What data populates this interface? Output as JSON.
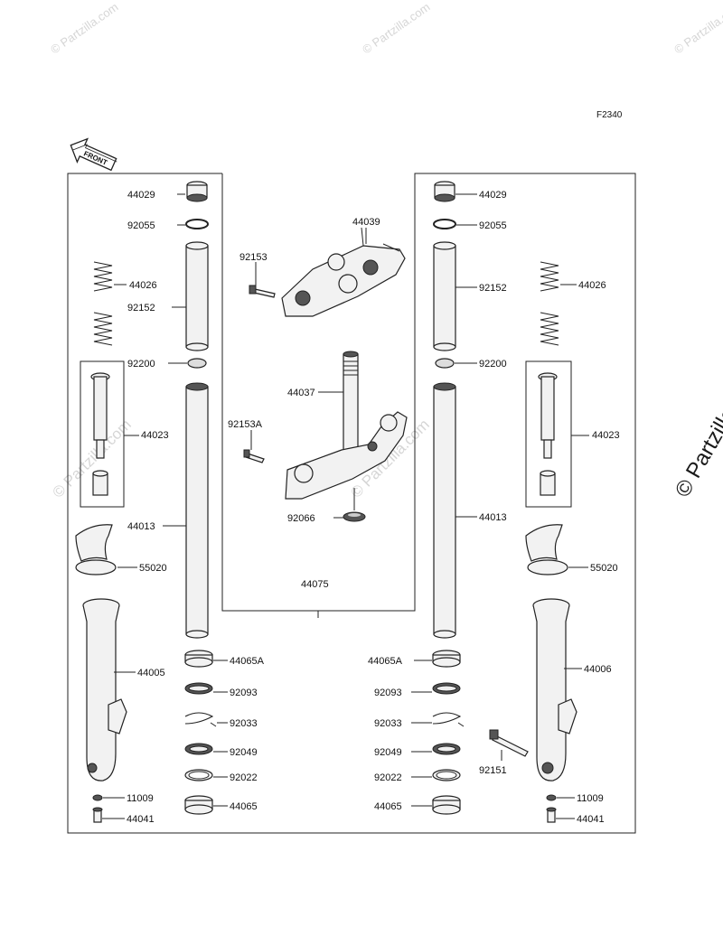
{
  "figure_code": "F2340",
  "front_arrow_text": "FRONT",
  "watermarks": {
    "top": "© Partzilla.com",
    "mid": "© Partzilla.com",
    "side": "© Partzilla"
  },
  "labels": {
    "l44029": "44029",
    "l92055": "92055",
    "l44026": "44026",
    "l92152": "92152",
    "l92200": "92200",
    "l44023": "44023",
    "l44013": "44013",
    "l55020": "55020",
    "l44005": "44005",
    "l11009": "11009",
    "l44041": "44041",
    "l44065A": "44065A",
    "l92093": "92093",
    "l92033": "92033",
    "l92049": "92049",
    "l92022": "92022",
    "l44065": "44065",
    "l44039": "44039",
    "l92153": "92153",
    "l44037": "44037",
    "l92153A": "92153A",
    "l92066": "92066",
    "l44075": "44075",
    "r44029": "44029",
    "r92055": "92055",
    "r44026": "44026",
    "r92152": "92152",
    "r92200": "92200",
    "r44023": "44023",
    "r44013": "44013",
    "r55020": "55020",
    "r44006": "44006",
    "r11009": "11009",
    "r44041": "44041",
    "r44065A": "44065A",
    "r92093": "92093",
    "r92033": "92033",
    "r92049": "92049",
    "r92022": "92022",
    "r44065": "44065",
    "r92151": "92151"
  }
}
